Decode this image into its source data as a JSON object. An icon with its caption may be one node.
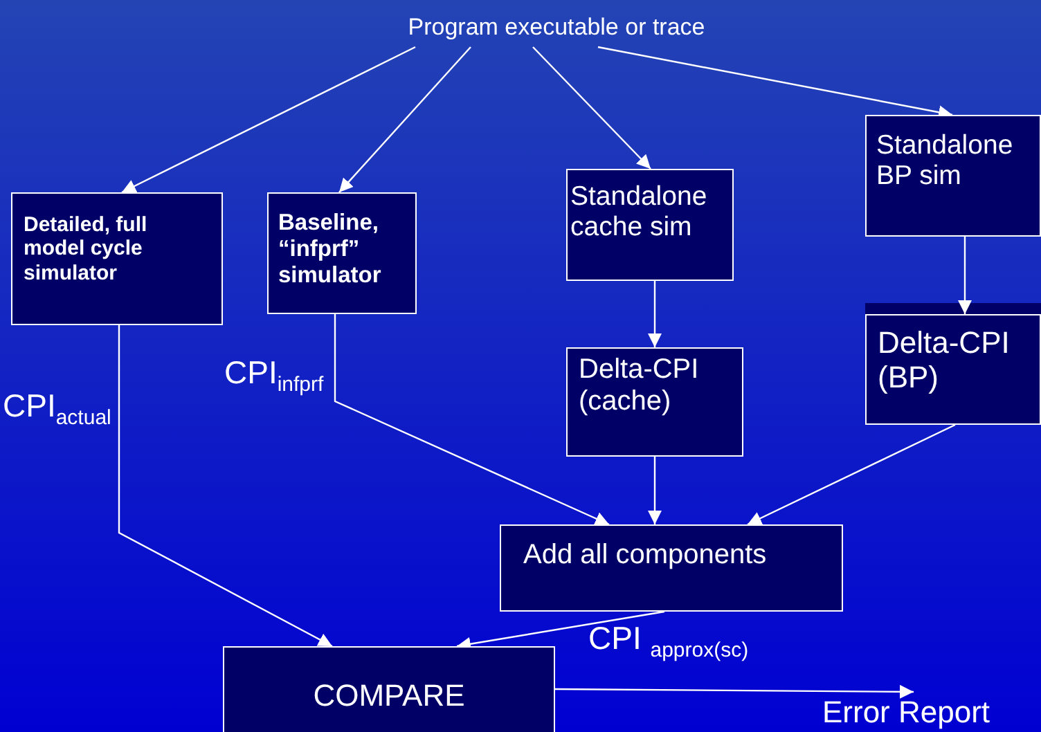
{
  "diagram": {
    "nodes": [
      {
        "text": [
          "Program executable or trace"
        ]
      },
      {
        "text": [
          "Detailed, full model cycle simulator"
        ]
      },
      {
        "text": [
          "Baseline, “infprf” simulator"
        ]
      },
      {
        "text": [
          "Standalone cache sim"
        ]
      },
      {
        "text": [
          "Standalone BP sim"
        ]
      },
      {
        "text": [
          "Delta-CPI (cache)"
        ]
      },
      {
        "text": [
          "Delta-CPI (BP)"
        ]
      },
      {
        "text": [
          "Add all components"
        ]
      },
      {
        "text": [
          "COMPARE"
        ]
      },
      {
        "text": [
          "Error Report"
        ]
      }
    ],
    "edges": [
      {
        "from": 0,
        "to": 1,
        "arrow": "to"
      },
      {
        "from": 0,
        "to": 2,
        "arrow": "to"
      },
      {
        "from": 0,
        "to": 3,
        "arrow": "to"
      },
      {
        "from": 0,
        "to": 4,
        "arrow": "to"
      },
      {
        "from": 3,
        "to": 5,
        "arrow": "to"
      },
      {
        "from": 4,
        "to": 6,
        "arrow": "to"
      },
      {
        "from": 2,
        "to": 7,
        "arrow": "to",
        "label": "CPI$_{infprf}$"
      },
      {
        "from": 5,
        "to": 7,
        "arrow": "to"
      },
      {
        "from": 6,
        "to": 7,
        "arrow": "to"
      },
      {
        "from": 1,
        "to": 8,
        "arrow": "to",
        "label": "CPI$_{actual}$"
      },
      {
        "from": 7,
        "to": 8,
        "arrow": "to",
        "label": "CPI $_{approx(sc)}$"
      },
      {
        "from": 8,
        "to": 9,
        "arrow": "to"
      }
    ]
  }
}
